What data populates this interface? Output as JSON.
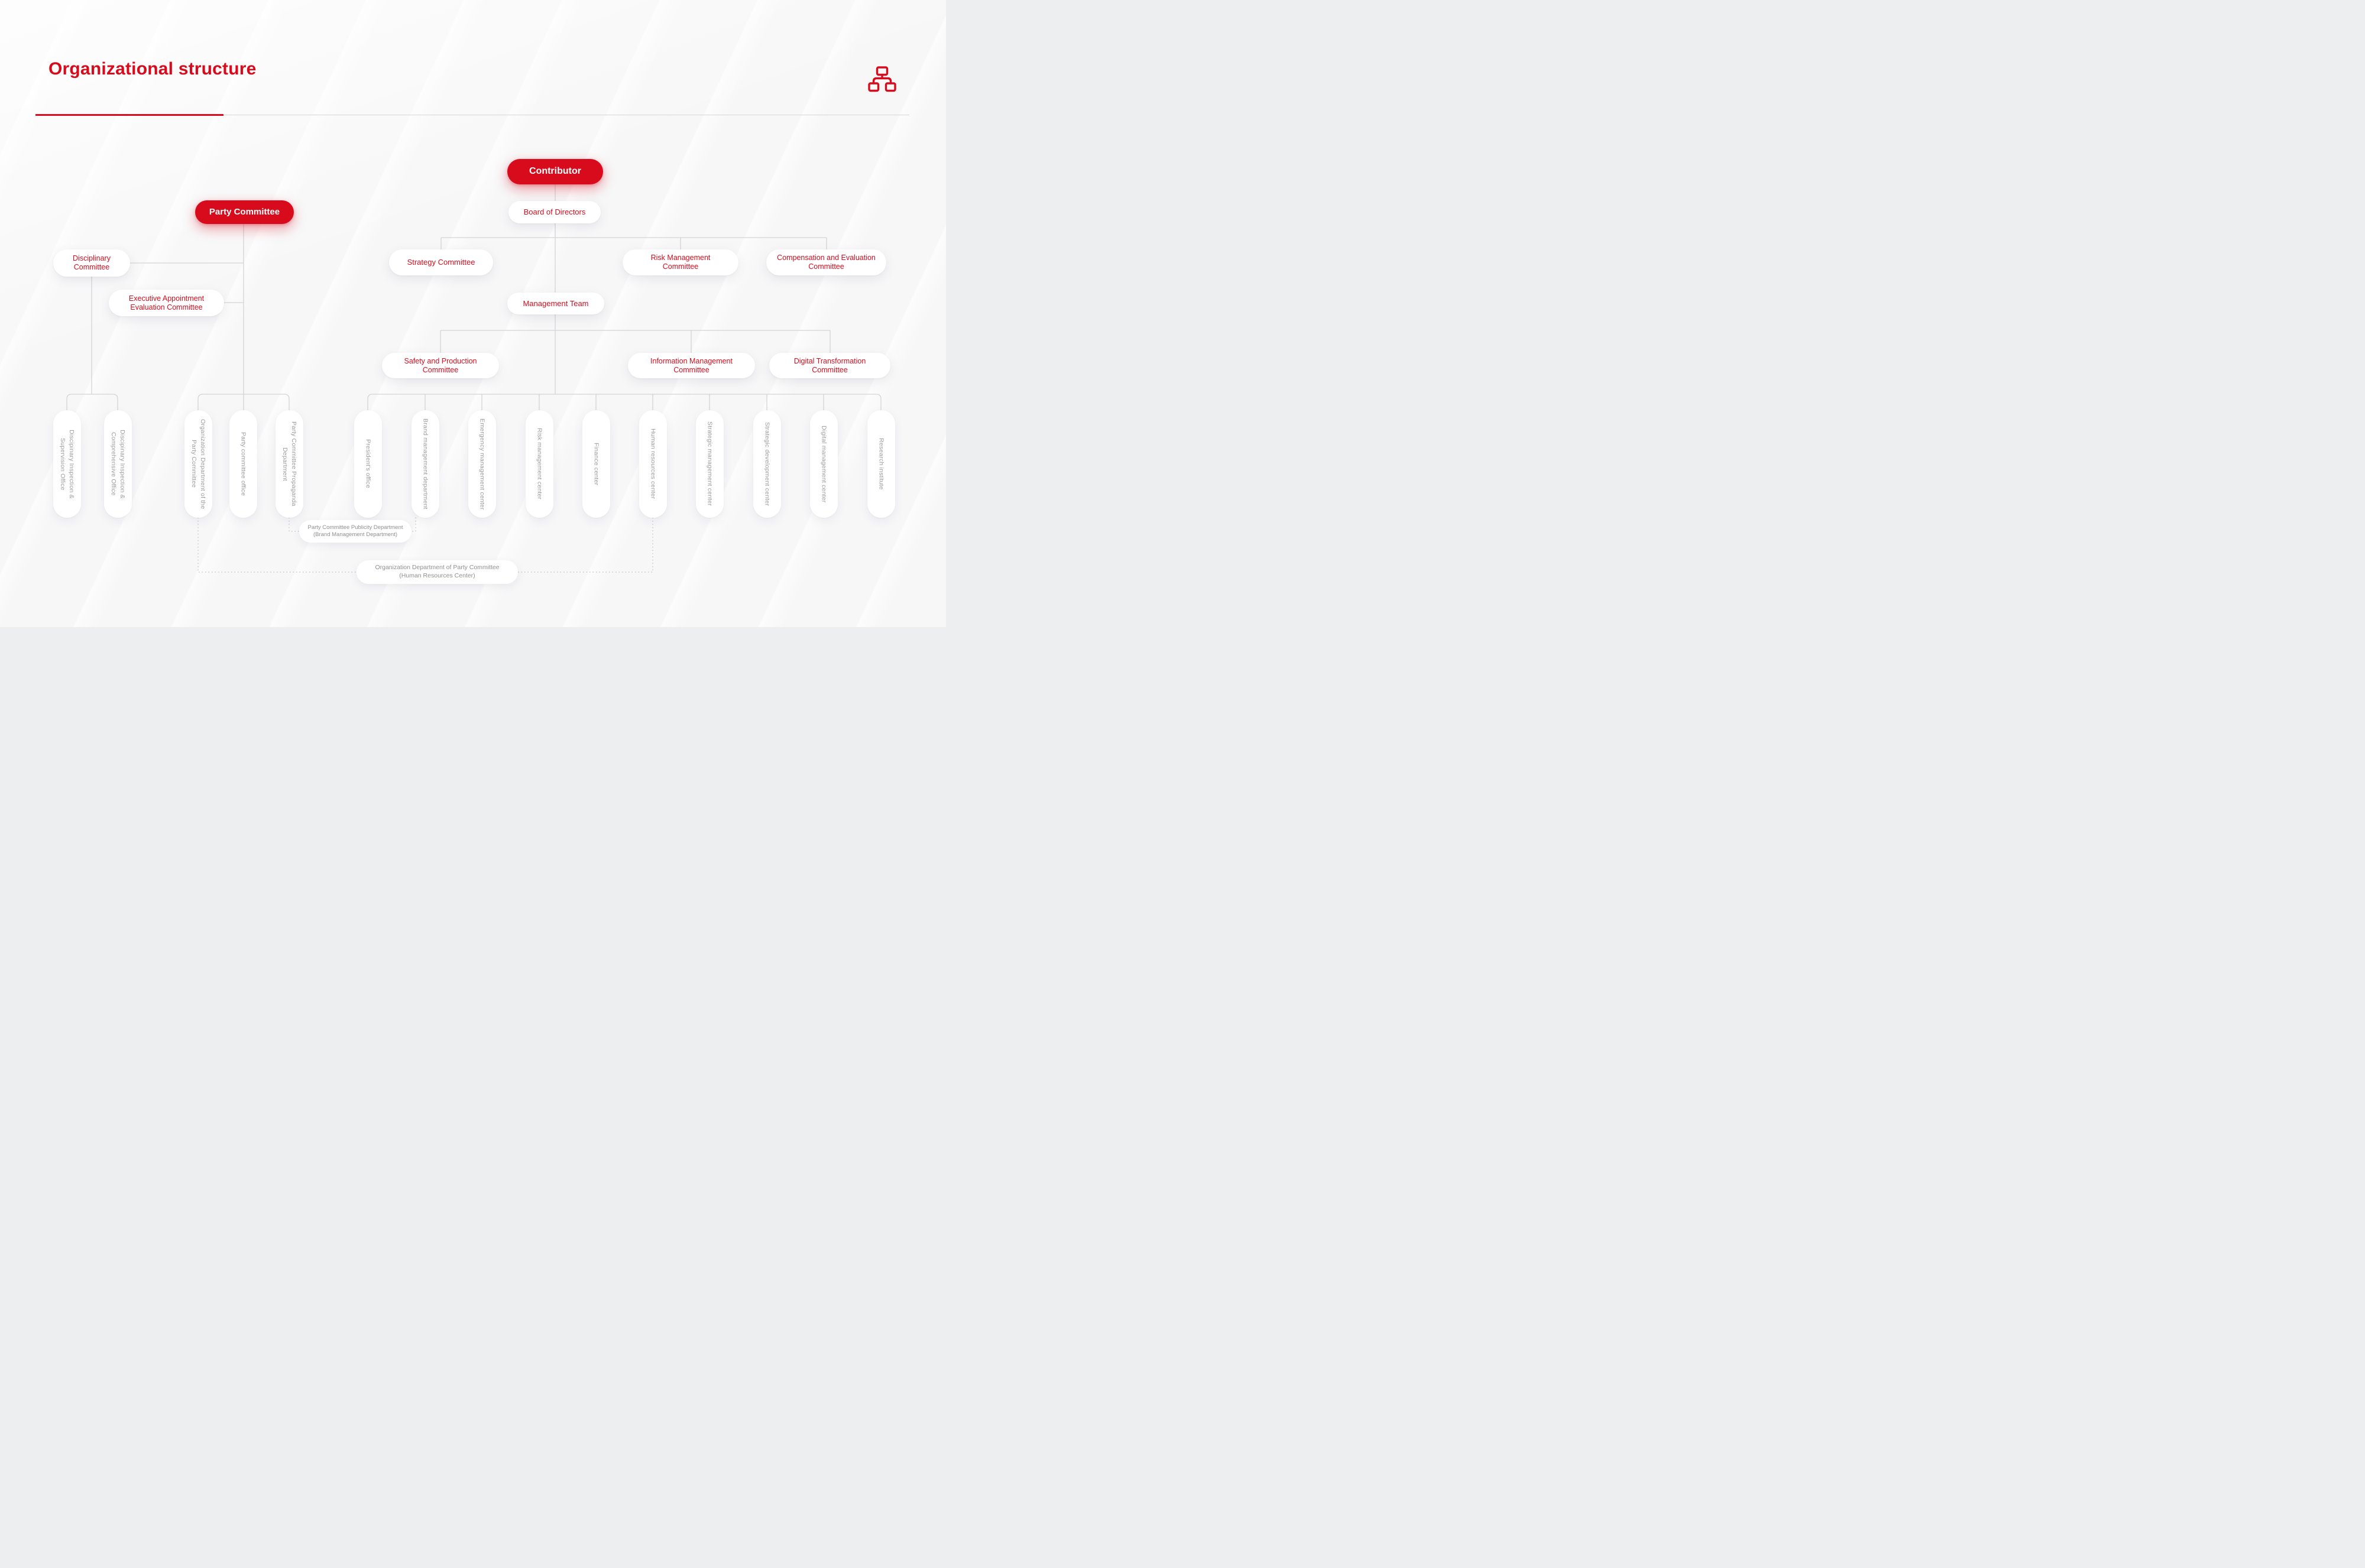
{
  "accent": "#D70B1C",
  "title": "Organizational structure",
  "nodes": {
    "contributor": "Contributor",
    "board_of_directors": "Board of Directors",
    "party_committee": "Party Committee",
    "strategy_committee": "Strategy Committee",
    "risk_management_committee": "Risk Management Committee",
    "compensation_evaluation_committee": "Compensation and Evaluation Committee",
    "management_team": "Management Team",
    "safety_production_committee": "Safety and Production Committee",
    "information_management_committee": "Information Management Committee",
    "digital_transformation_committee": "Digital Transformation Committee",
    "disciplinary_committee": "Disciplinary Committee",
    "executive_appointment_committee": "Executive Appointment Evaluation Committee",
    "disciplinary_offices": [
      "Discipinary Inspection & Supervision Office",
      "Discipinary Inspection & Comprehensive Office"
    ],
    "party_departments": [
      "Organization Department of the Party Committee",
      "Party committee office",
      "Party Committee Propaganda Department"
    ],
    "management_departments": [
      "President's office",
      "Brand management department",
      "Emergency management center",
      "Risk management center",
      "Finance center",
      "Human resources center",
      "Strategic management center",
      "Strategic development center",
      "Digital management center",
      "Research institute"
    ],
    "notes": [
      "Party Committee Publicity Department (Brand Management Department)",
      "Organization Department of Party Committee (Human Resources Center)"
    ]
  }
}
